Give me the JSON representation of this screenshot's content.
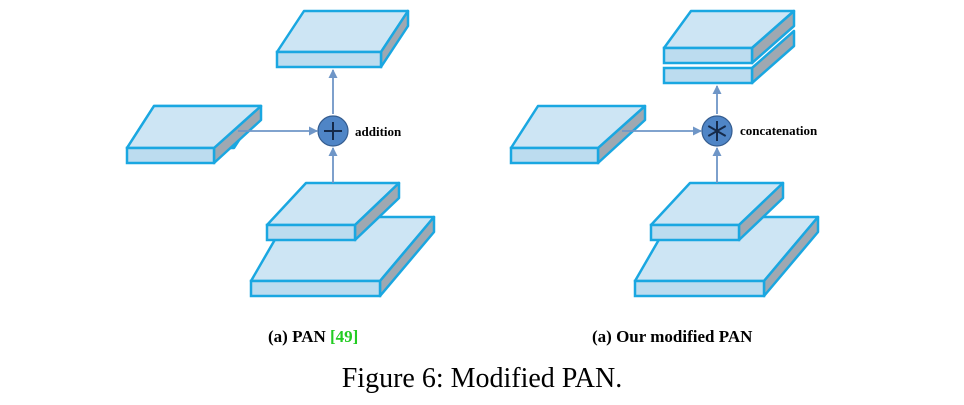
{
  "diagram": {
    "left_panel": {
      "operation_label": "addition",
      "operation_symbol": "+",
      "subcaption_prefix": "(a) PAN ",
      "subcaption_ref": "[49]"
    },
    "right_panel": {
      "operation_label": "concatenation",
      "operation_symbol": "*",
      "subcaption_prefix": "(a) Our modified PAN",
      "subcaption_ref": ""
    },
    "caption": "Figure 6: Modified PAN."
  },
  "colors": {
    "box_top": "#cde5f4",
    "box_front": "#bcdcef",
    "box_side": "#9fa8b1",
    "box_stroke": "#1aa7e1",
    "arrow": "#6f96c7",
    "node_fill": "#4f85c6",
    "node_stroke": "#345c8f",
    "citation_green": "#22cc22"
  }
}
